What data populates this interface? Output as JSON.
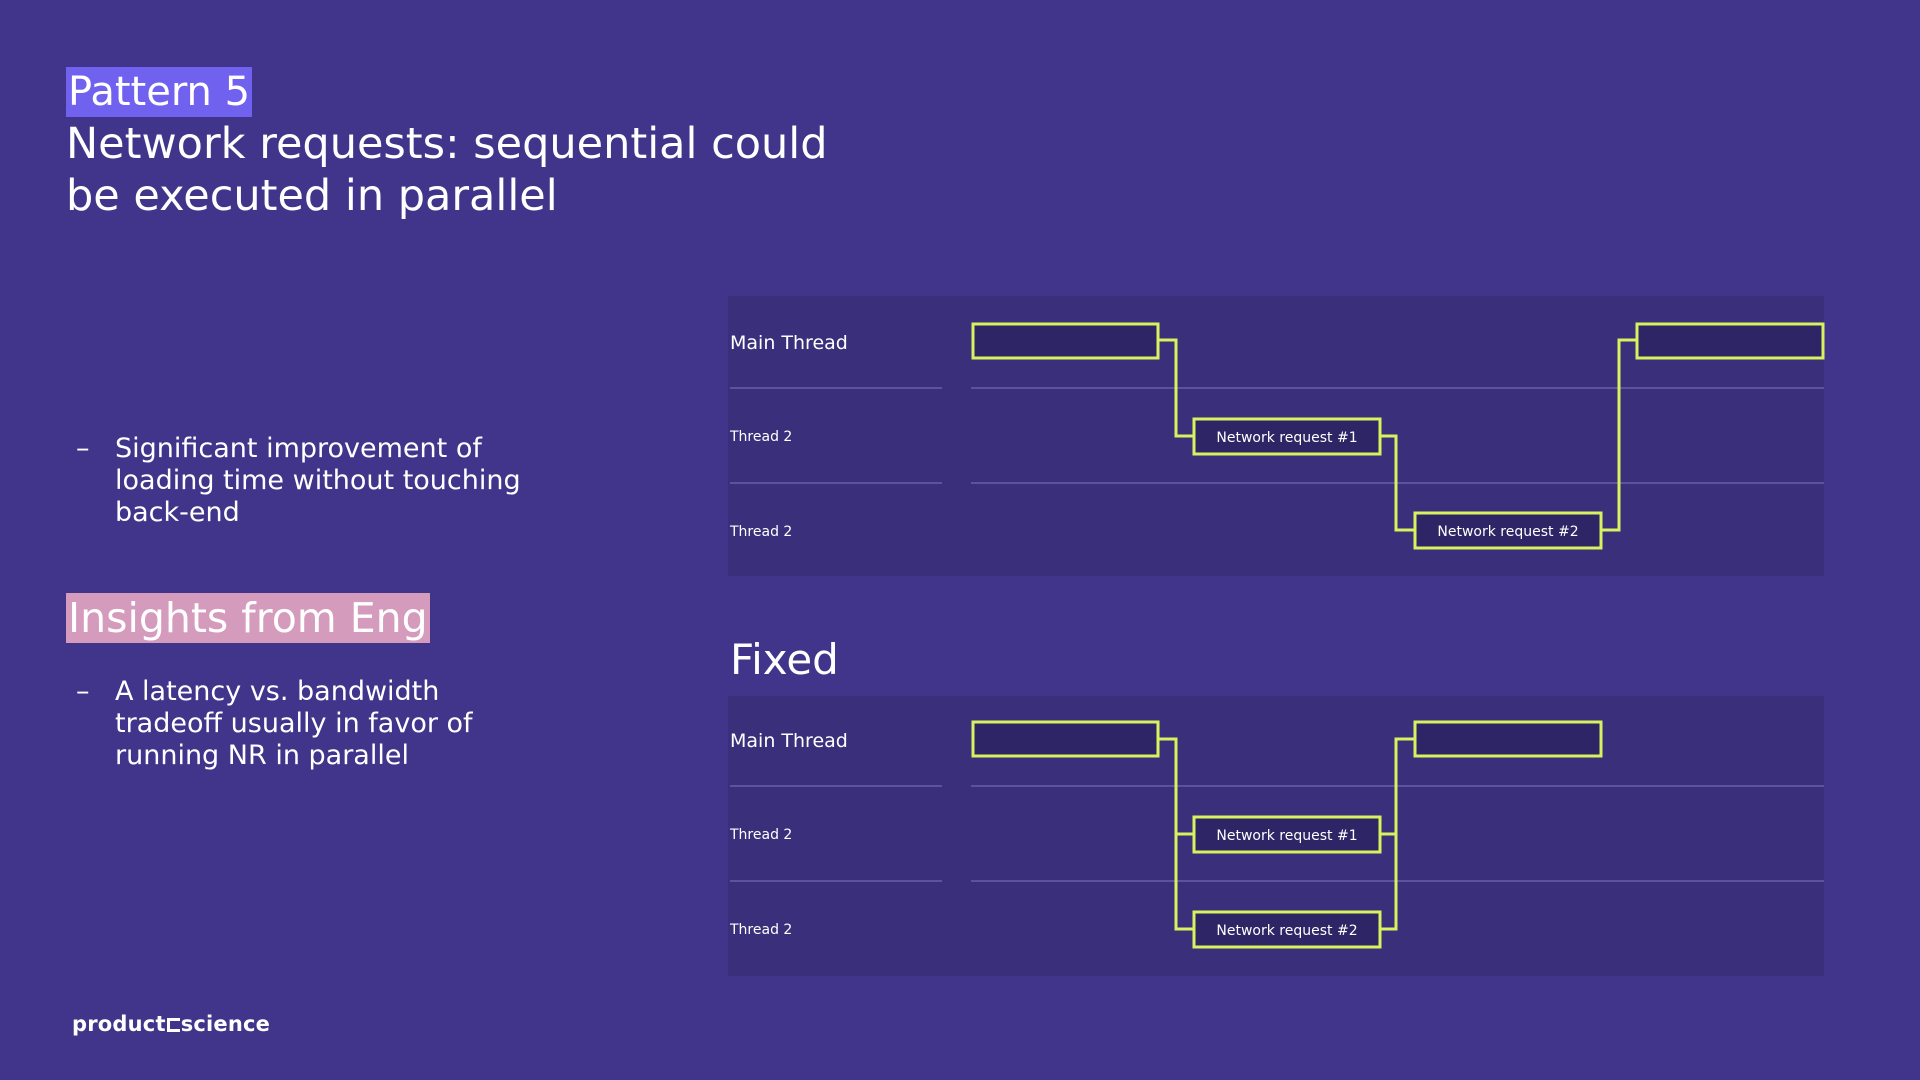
{
  "header": {
    "pattern_label": "Pattern 5",
    "title_line1": "Network requests: sequential could",
    "title_line2": "be executed in parallel"
  },
  "left": {
    "bullet1_dash": "–",
    "bullet1_line1": "Significant improvement of",
    "bullet1_line2": "loading time without touching",
    "bullet1_line3": "back-end",
    "insights_heading": "Insights from Eng",
    "bullet2_dash": "–",
    "bullet2_line1": "A latency vs. bandwidth",
    "bullet2_line2": "tradeoff usually in favor of",
    "bullet2_line3": "running NR in parallel"
  },
  "diagram_before": {
    "rows": [
      "Main Thread",
      "Thread 2",
      "Thread 2"
    ],
    "requests": [
      "Network request #1",
      "Network request #2"
    ]
  },
  "fixed_label": "Fixed",
  "diagram_after": {
    "rows": [
      "Main Thread",
      "Thread 2",
      "Thread 2"
    ],
    "requests": [
      "Network request #1",
      "Network request #2"
    ]
  },
  "footer": {
    "logo_left": "product",
    "logo_right": "science"
  },
  "colors": {
    "background": "#41348b",
    "accent": "#d6f35f",
    "pattern_highlight": "#7161ef",
    "insights_highlight": "#d49bbd"
  }
}
